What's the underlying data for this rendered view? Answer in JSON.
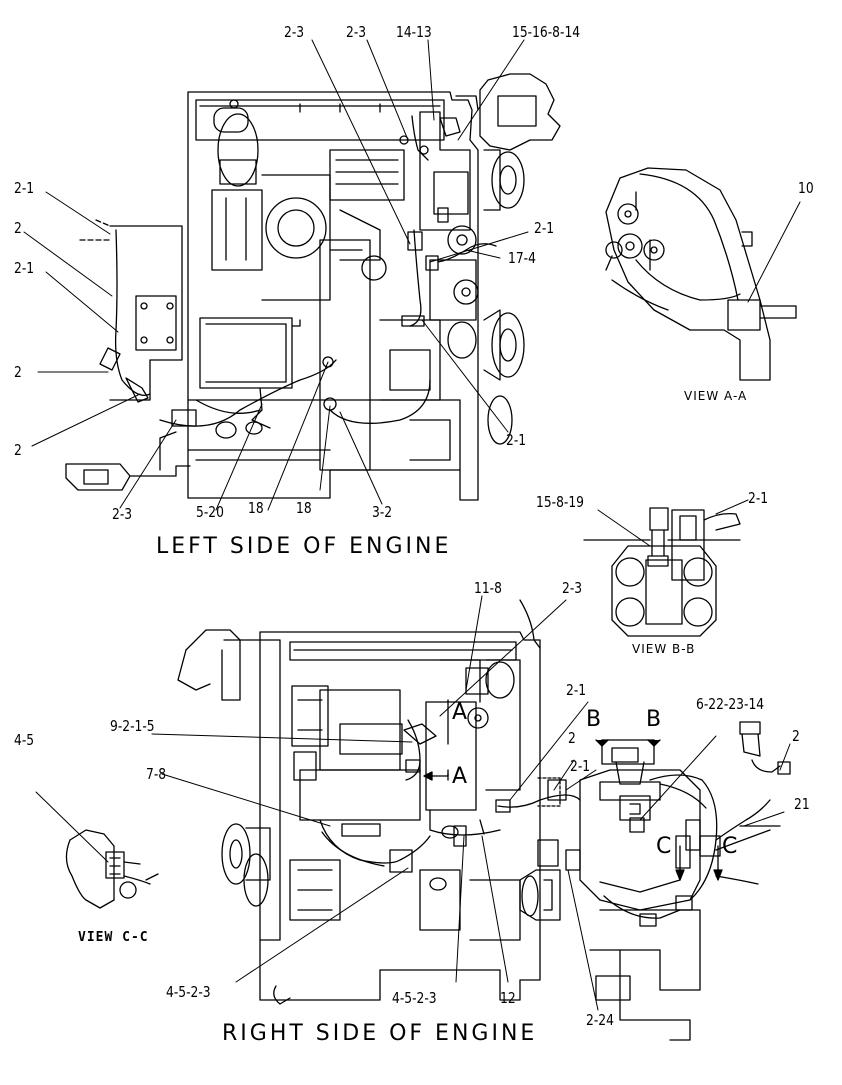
{
  "titles": {
    "left": "LEFT SIDE OF ENGINE",
    "right": "RIGHT SIDE OF ENGINE"
  },
  "views": {
    "aa": "VIEW A-A",
    "bb": "VIEW B-B",
    "cc": "VIEW C-C"
  },
  "section_letters": {
    "a": "A",
    "b": "B",
    "c": "C"
  },
  "callouts": {
    "l_2_3_a": "2-3",
    "l_2_3_b": "2-3",
    "l_14_13": "14-13",
    "l_15_16_8_14": "15-16-8-14",
    "l_2_1_top": "2-1",
    "l_2_top": "2",
    "l_2_1_mid": "2-1",
    "l_2_mid": "2",
    "l_2_low": "2",
    "l_2_1_right": "2-1",
    "l_17_4": "17-4",
    "l_2_1_low_right": "2-1",
    "l_2_3_bottom": "2-3",
    "l_5_20": "5-20",
    "l_18_a": "18",
    "l_18_b": "18",
    "l_3_2": "3-2",
    "a_10": "10",
    "b_15_8_19": "15-8-19",
    "b_2_1": "2-1",
    "r_11_8": "11-8",
    "r_2_3": "2-3",
    "r_9_2_1_5": "9-2-1-5",
    "r_7_8": "7-8",
    "r_2_1": "2-1",
    "r_2": "2",
    "r_2_1_b": "2-1",
    "r_6_22_23_14": "6-22-23-14",
    "r_2_far": "2",
    "r_21": "21",
    "c_4_5": "4-5",
    "r_4_5_2_3_a": "4-5-2-3",
    "r_4_5_2_3_b": "4-5-2-3",
    "r_12": "12",
    "r_2_24": "2-24"
  }
}
